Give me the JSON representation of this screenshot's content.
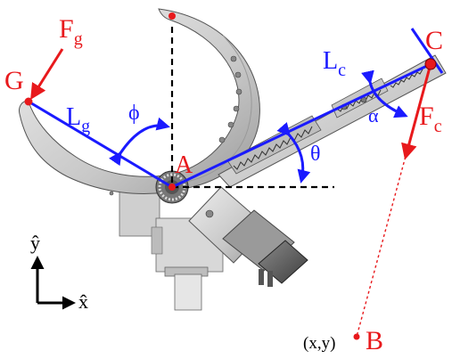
{
  "labels": {
    "force_g": "F",
    "force_g_sub": "g",
    "force_c": "F",
    "force_c_sub": "c",
    "point_g": "G",
    "point_c": "C",
    "point_a": "A",
    "point_b": "B",
    "length_g": "L",
    "length_g_sub": "g",
    "length_c": "L",
    "length_c_sub": "c",
    "angle_phi": "ϕ",
    "angle_theta": "θ",
    "angle_alpha": "α",
    "axis_y": "ŷ",
    "axis_x": "x̂",
    "target_coords": "(x,y)"
  },
  "colors": {
    "blue": "#1a1aff",
    "red": "#e8191c",
    "black": "#000000",
    "gray_light": "#d9d9d9",
    "gray_mid": "#a8a8a8",
    "gray_dark": "#4a4a4a"
  }
}
